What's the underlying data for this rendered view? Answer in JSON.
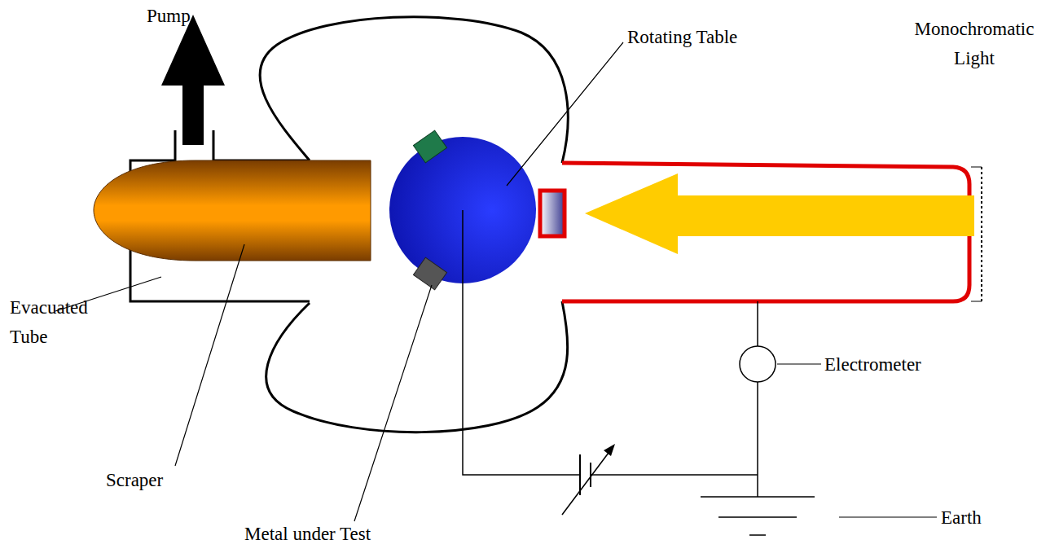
{
  "diagram": {
    "labels": [
      "Pump",
      "Rotating Table",
      "Monochromatic Light",
      "Evacuated Tube",
      "Electrometer",
      "Scraper",
      "Metal under Test",
      "Earth"
    ]
  }
}
